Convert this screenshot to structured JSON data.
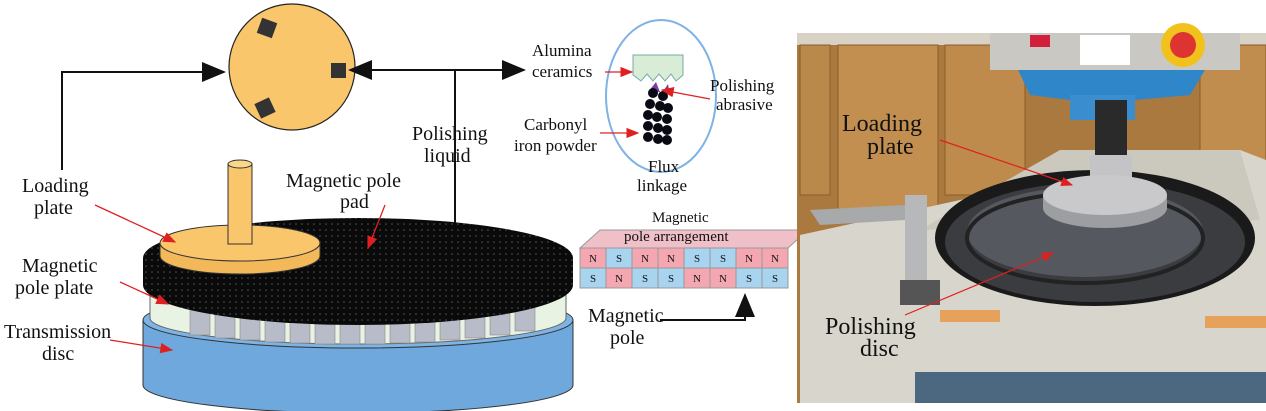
{
  "diagram": {
    "labels": {
      "loading_plate_1": "Loading",
      "loading_plate_2": "plate",
      "magnetic_pole_plate_1": "Magnetic",
      "magnetic_pole_plate_2": "pole plate",
      "transmission_disc_1": "Transmission",
      "transmission_disc_2": "disc",
      "magnetic_pole_pad_1": "Magnetic pole",
      "magnetic_pole_pad_2": "pad",
      "polishing_liquid_1": "Polishing",
      "polishing_liquid_2": "liquid",
      "alumina_1": "Alumina",
      "alumina_2": "ceramics",
      "polishing_abrasive_1": "Polishing",
      "polishing_abrasive_2": "abrasive",
      "carbonyl_1": "Carbonyl",
      "carbonyl_2": "iron powder",
      "flux_1": "Flux",
      "flux_2": "linkage",
      "arrangement_1": "Magnetic",
      "arrangement_2": "pole arrangement",
      "magnetic_pole_1": "Magnetic",
      "magnetic_pole_2": "pole"
    },
    "pole_top_row": [
      "N",
      "S",
      "N",
      "N",
      "S",
      "S",
      "N",
      "N"
    ],
    "pole_bottom_row": [
      "S",
      "N",
      "S",
      "S",
      "N",
      "N",
      "S",
      "S"
    ],
    "colors": {
      "plate": "#f9c66c",
      "disc": "#6ea8dc",
      "pad": "#111111",
      "north": "#f4a7b0",
      "south": "#a8d4ef",
      "arrow": "#e02020"
    }
  },
  "photo": {
    "labels": {
      "loading_plate_1": "Loading",
      "loading_plate_2": "plate",
      "polishing_disc_1": "Polishing",
      "polishing_disc_2": "disc"
    }
  }
}
